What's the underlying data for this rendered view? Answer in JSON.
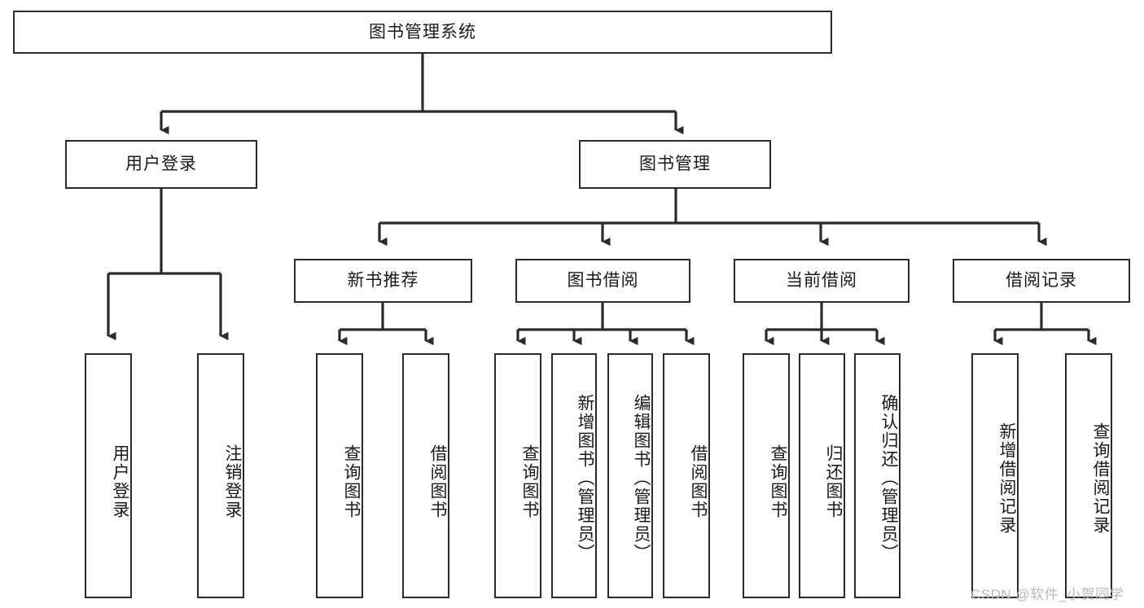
{
  "diagram": {
    "title_node": {
      "label": "图书管理系统"
    },
    "level2": [
      {
        "id": "user-login",
        "label": "用户登录"
      },
      {
        "id": "book-manage",
        "label": "图书管理"
      }
    ],
    "level3": [
      {
        "id": "new-book-recommend",
        "label": "新书推荐"
      },
      {
        "id": "book-borrow",
        "label": "图书借阅"
      },
      {
        "id": "current-borrow",
        "label": "当前借阅"
      },
      {
        "id": "borrow-record",
        "label": "借阅记录"
      }
    ],
    "leaves": [
      {
        "id": "leaf-user-login",
        "label": "用户登录",
        "parent": "user-login"
      },
      {
        "id": "leaf-logout-login",
        "label": "注销登录",
        "parent": "user-login"
      },
      {
        "id": "leaf-query-book-1",
        "label": "查询图书",
        "parent": "new-book-recommend"
      },
      {
        "id": "leaf-borrow-book-1",
        "label": "借阅图书",
        "parent": "new-book-recommend"
      },
      {
        "id": "leaf-query-book-2",
        "label": "查询图书",
        "parent": "book-borrow"
      },
      {
        "id": "leaf-add-book-admin",
        "label": "新增图书（管理员）",
        "parent": "book-borrow"
      },
      {
        "id": "leaf-edit-book-admin",
        "label": "编辑图书（管理员）",
        "parent": "book-borrow"
      },
      {
        "id": "leaf-borrow-book-2",
        "label": "借阅图书",
        "parent": "book-borrow"
      },
      {
        "id": "leaf-query-book-3",
        "label": "查询图书",
        "parent": "current-borrow"
      },
      {
        "id": "leaf-return-book",
        "label": "归还图书",
        "parent": "current-borrow"
      },
      {
        "id": "leaf-confirm-return-admin",
        "label": "确认归还（管理员）",
        "parent": "current-borrow"
      },
      {
        "id": "leaf-add-borrow-record",
        "label": "新增借阅记录",
        "parent": "borrow-record"
      },
      {
        "id": "leaf-query-borrow-record",
        "label": "查询借阅记录",
        "parent": "borrow-record"
      }
    ],
    "watermark": {
      "text": "CSDN @软件_小贺同学"
    },
    "colors": {
      "stroke": "#2b2b2b",
      "background": "#ffffff",
      "text": "#1a1a1a",
      "watermark": "#b9b9b9"
    }
  }
}
